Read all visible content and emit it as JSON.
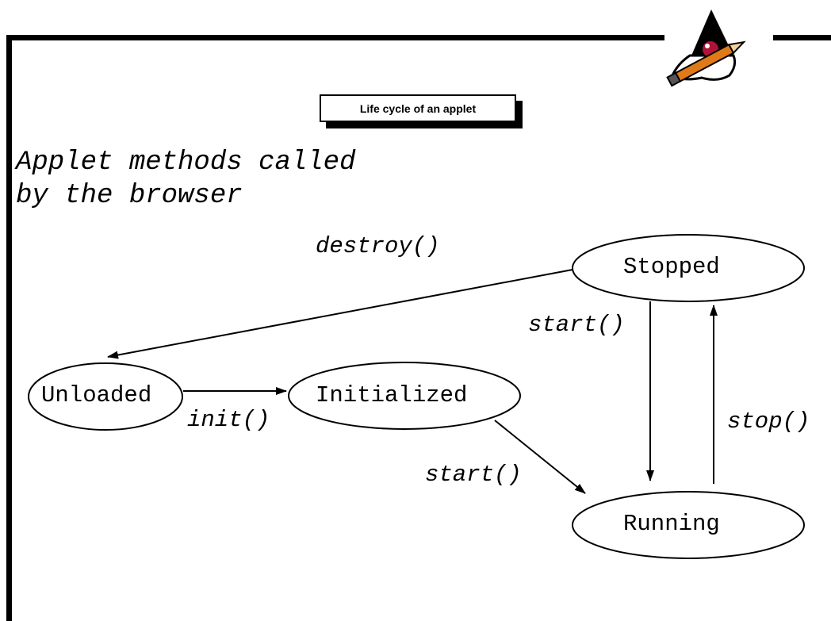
{
  "title": "Life cycle of an applet",
  "heading": {
    "line1": "Applet methods called",
    "line2": "by the browser"
  },
  "states": {
    "stopped": "Stopped",
    "unloaded": "Unloaded",
    "initialized": "Initialized",
    "running": "Running"
  },
  "transitions": {
    "destroy": "destroy()",
    "start_from_stopped": "start()",
    "init": "init()",
    "stop": "stop()",
    "start_from_initialized": "start()"
  },
  "icons": {
    "mascot": "duke-pencil-icon"
  }
}
